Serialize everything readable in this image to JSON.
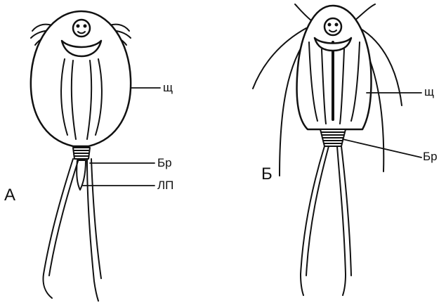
{
  "figure": {
    "specimen_a": {
      "letter": "А",
      "labels": {
        "shell": "щ",
        "brood": "Бр",
        "tail": "ЛП"
      }
    },
    "specimen_b": {
      "letter": "Б",
      "labels": {
        "shell": "щ",
        "brood": "Бр"
      }
    },
    "colors": {
      "ink": "#111111",
      "background": "#ffffff"
    }
  }
}
